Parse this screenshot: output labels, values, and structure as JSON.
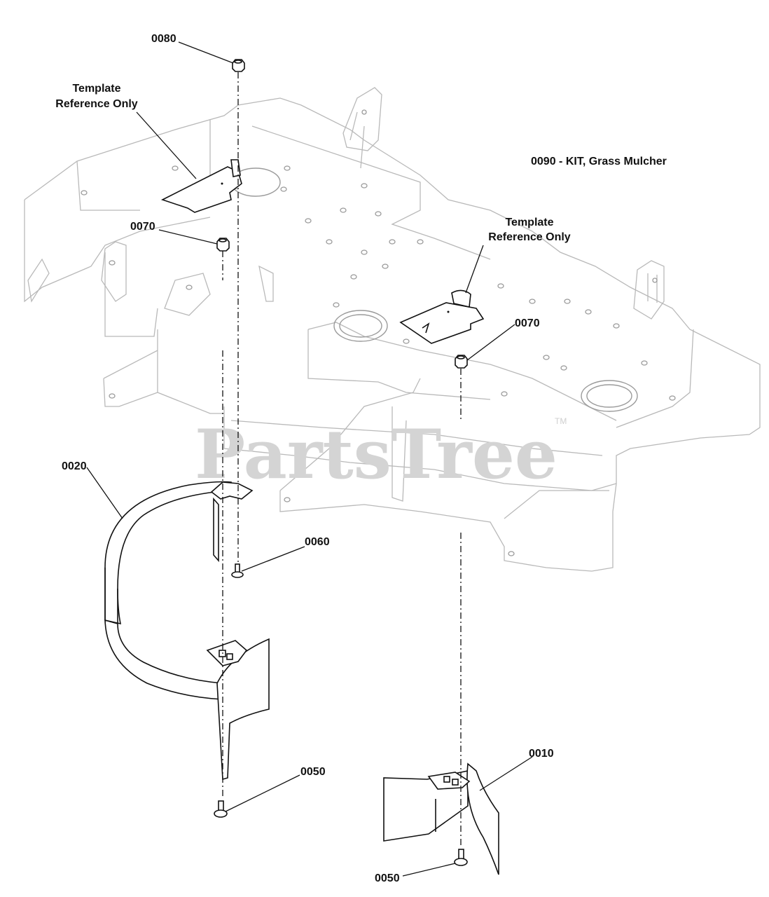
{
  "kit_title": "0090 - KIT, Grass Mulcher",
  "callouts": {
    "c0080": "0080",
    "c0070_left": "0070",
    "c0070_right": "0070",
    "c0020": "0020",
    "c0060": "0060",
    "c0050_left": "0050",
    "c0010": "0010",
    "c0050_bottom": "0050"
  },
  "template_left": {
    "line1": "Template",
    "line2": "Reference Only"
  },
  "template_right": {
    "line1": "Template",
    "line2": "Reference Only"
  },
  "watermark": {
    "text": "PartsTree",
    "tm": "TM"
  }
}
